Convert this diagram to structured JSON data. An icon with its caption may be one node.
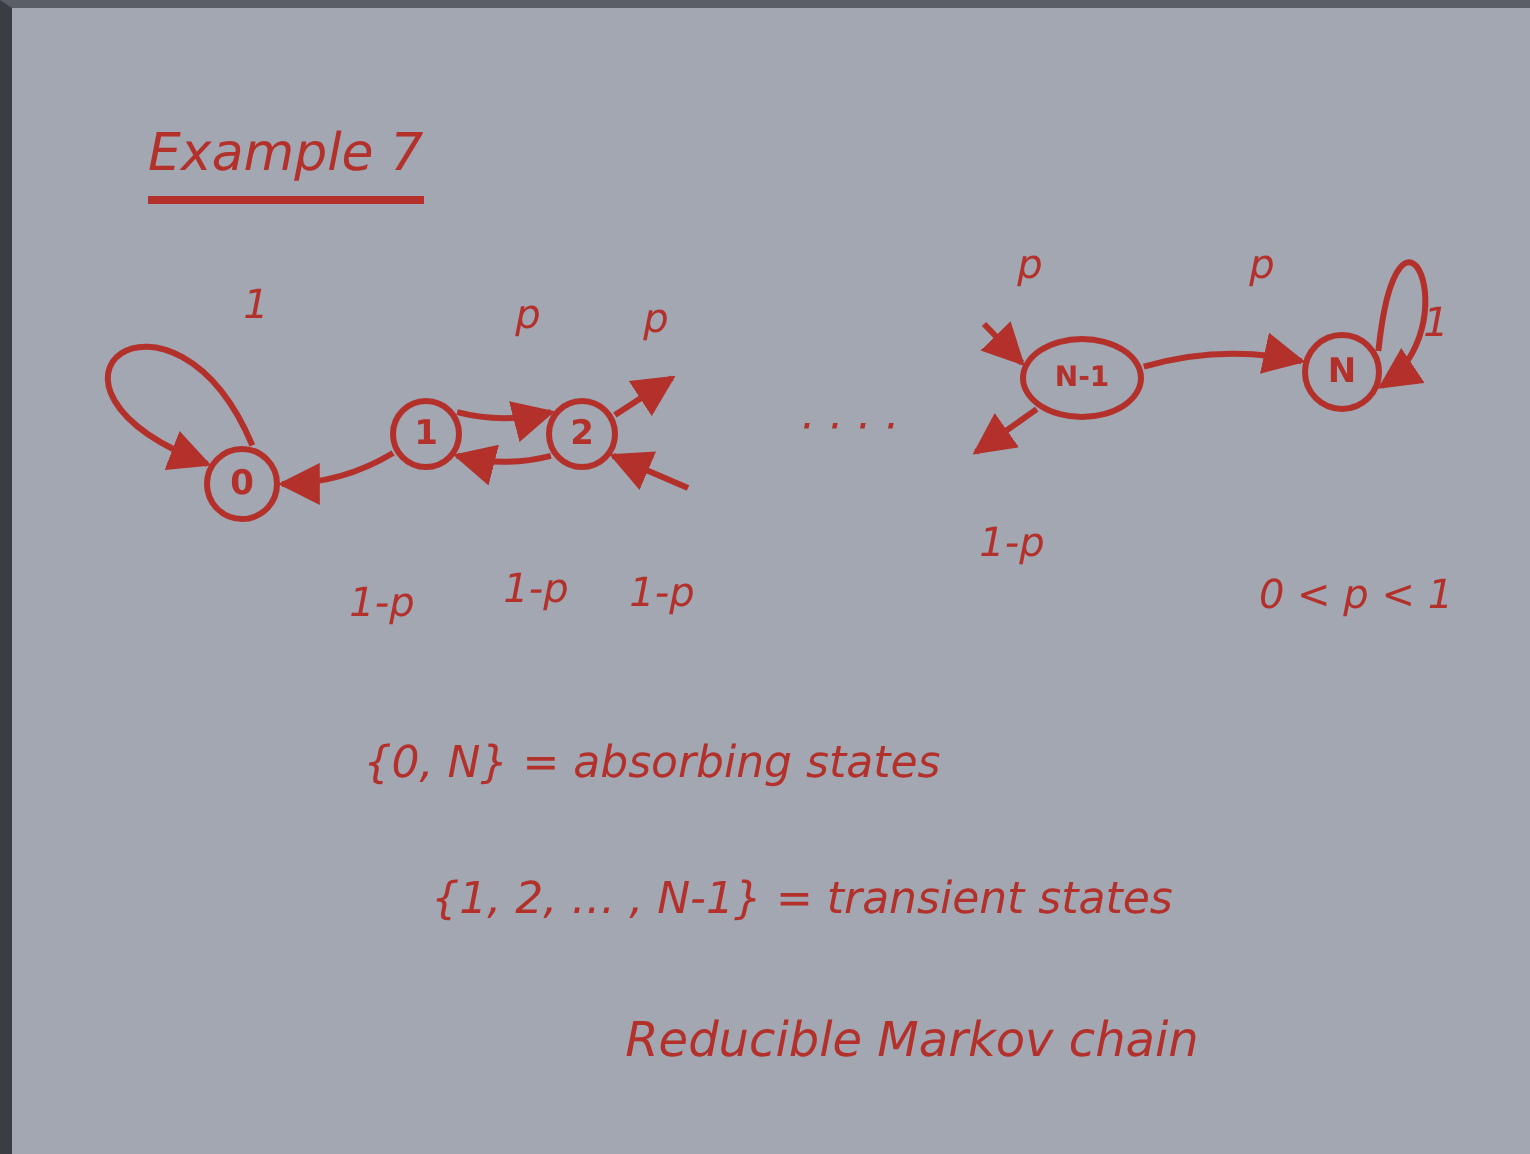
{
  "diagram": {
    "title": "Example 7",
    "nodes": [
      {
        "text": [
          "0"
        ]
      },
      {
        "text": [
          "1"
        ]
      },
      {
        "text": [
          "2"
        ]
      },
      {
        "text": [
          "N-1"
        ]
      },
      {
        "text": [
          "N"
        ]
      }
    ],
    "edges": [
      {
        "from": 0,
        "to": 0,
        "arrow": "to",
        "label": "1"
      },
      {
        "from": 1,
        "to": 0,
        "arrow": "to",
        "label": "1-p"
      },
      {
        "from": 1,
        "to": 2,
        "arrow": "to",
        "label": "p"
      },
      {
        "from": 2,
        "to": 1,
        "arrow": "to",
        "label": "1-p"
      },
      {
        "from": 2,
        "to": null,
        "arrow": "to",
        "label": "p"
      },
      {
        "from": null,
        "to": 2,
        "arrow": "to",
        "label": "1-p"
      },
      {
        "from": null,
        "to": 3,
        "arrow": "to",
        "label": "p"
      },
      {
        "from": 3,
        "to": null,
        "arrow": "to",
        "label": "1-p"
      },
      {
        "from": 3,
        "to": 4,
        "arrow": "to",
        "label": "p"
      },
      {
        "from": 4,
        "to": 4,
        "arrow": "to",
        "label": "1"
      }
    ],
    "labels": [
      "· · · ·",
      "0 < p < 1",
      "{0, N} = absorbing states",
      "{1, 2, … , N-1} = transient states",
      "Reducible Markov chain"
    ]
  }
}
